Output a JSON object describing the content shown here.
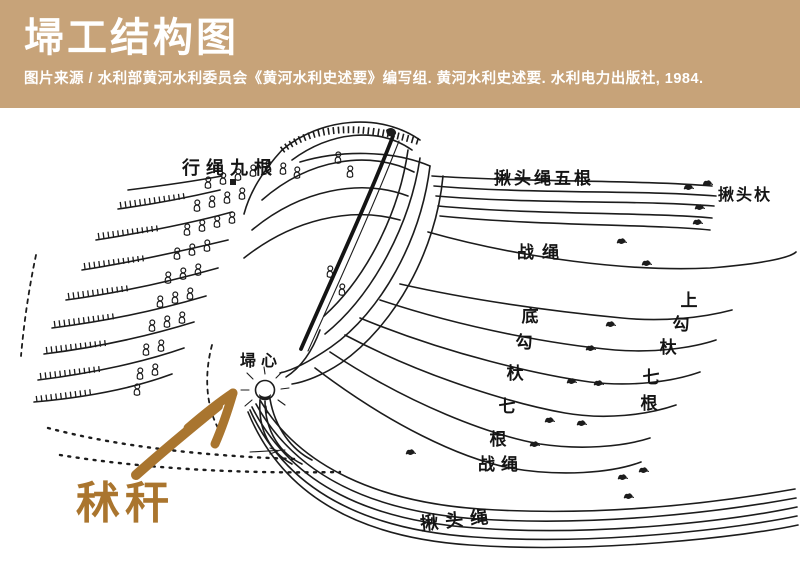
{
  "header": {
    "title": "埽工结构图",
    "source": "图片来源 / 水利部黄河水利委员会《黄河水利史述要》编写组. 黄河水利史述要. 水利电力出版社, 1984.",
    "bg_color": "#c7a379",
    "text_color": "#ffffff"
  },
  "diagram": {
    "ink_color": "#1c1c1c",
    "accent_color": "#a9752f",
    "labels": {
      "walking_ropes": "行绳九根",
      "head_ropes_five": "揪头绳五根",
      "head_stake": "揪头杕",
      "battle_rope_upper": "战绳",
      "sao_heart": "埽心",
      "battle_rope_lower": "战绳",
      "head_rope_bottom": "揪头绳",
      "sorghum_stalks": "秫秆",
      "upper_hook_col": [
        "上",
        "勾",
        "杕",
        "七",
        "根"
      ],
      "bottom_hook_col": [
        "底",
        "勾",
        "杕",
        "七",
        "根"
      ]
    }
  }
}
